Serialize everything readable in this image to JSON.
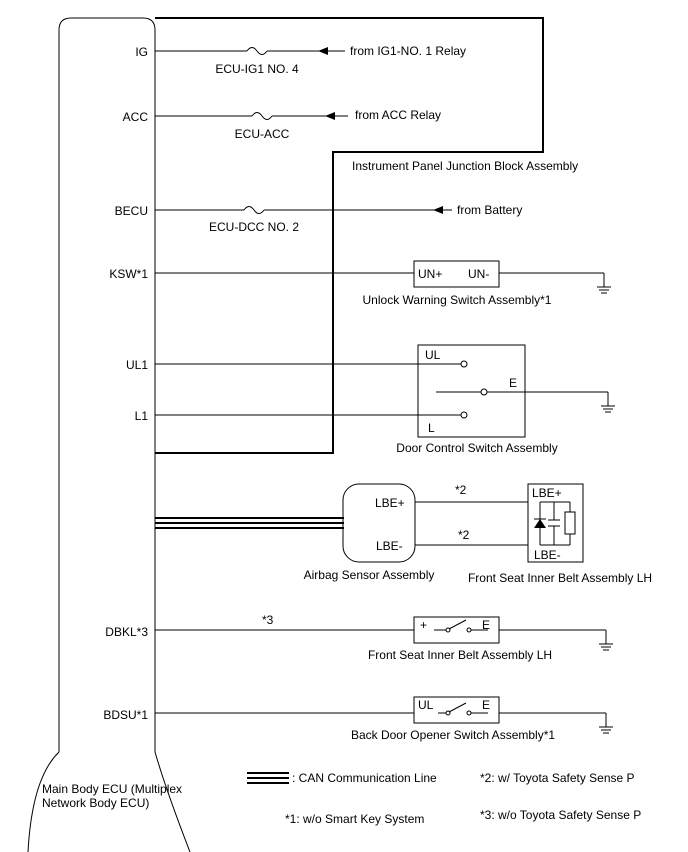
{
  "ecu": {
    "name_line1": "Main Body ECU (Multiplex",
    "name_line2": "Network Body ECU)",
    "pins": {
      "ig": "IG",
      "acc": "ACC",
      "becu": "BECU",
      "ksw": "KSW*1",
      "ul1": "UL1",
      "l1": "L1",
      "dbkl": "DBKL*3",
      "bdsu": "BDSU*1"
    }
  },
  "fuses": {
    "ig1": "ECU-IG1 NO. 4",
    "acc": "ECU-ACC",
    "dcc": "ECU-DCC NO. 2"
  },
  "sources": {
    "ig1_relay": "from IG1-NO. 1 Relay",
    "acc_relay": "from ACC Relay",
    "battery": "from Battery"
  },
  "junction_block": "Instrument Panel Junction Block Assembly",
  "unlock_switch": {
    "name": "Unlock Warning Switch Assembly*1",
    "pin_plus": "UN+",
    "pin_minus": "UN-"
  },
  "door_switch": {
    "name": "Door Control Switch Assembly",
    "ul": "UL",
    "l": "L",
    "e": "E"
  },
  "airbag": {
    "name": "Airbag Sensor Assembly",
    "lbe_plus": "LBE+",
    "lbe_minus": "LBE-"
  },
  "belt_lh_sensor": {
    "name": "Front Seat Inner Belt Assembly LH",
    "lbe_plus": "LBE+",
    "lbe_minus": "LBE-"
  },
  "belt_wire_note_1": "*2",
  "belt_wire_note_2": "*2",
  "belt_lh_switch": {
    "name": "Front Seat Inner Belt Assembly LH",
    "plus": "+",
    "e": "E",
    "wire_note": "*3"
  },
  "back_door": {
    "name": "Back Door Opener Switch Assembly*1",
    "ul": "UL",
    "e": "E"
  },
  "legend": {
    "can": ": CAN Communication Line",
    "note1": "*1: w/o Smart Key System",
    "note2": "*2: w/ Toyota Safety Sense P",
    "note3": "*3: w/o Toyota Safety Sense P"
  }
}
